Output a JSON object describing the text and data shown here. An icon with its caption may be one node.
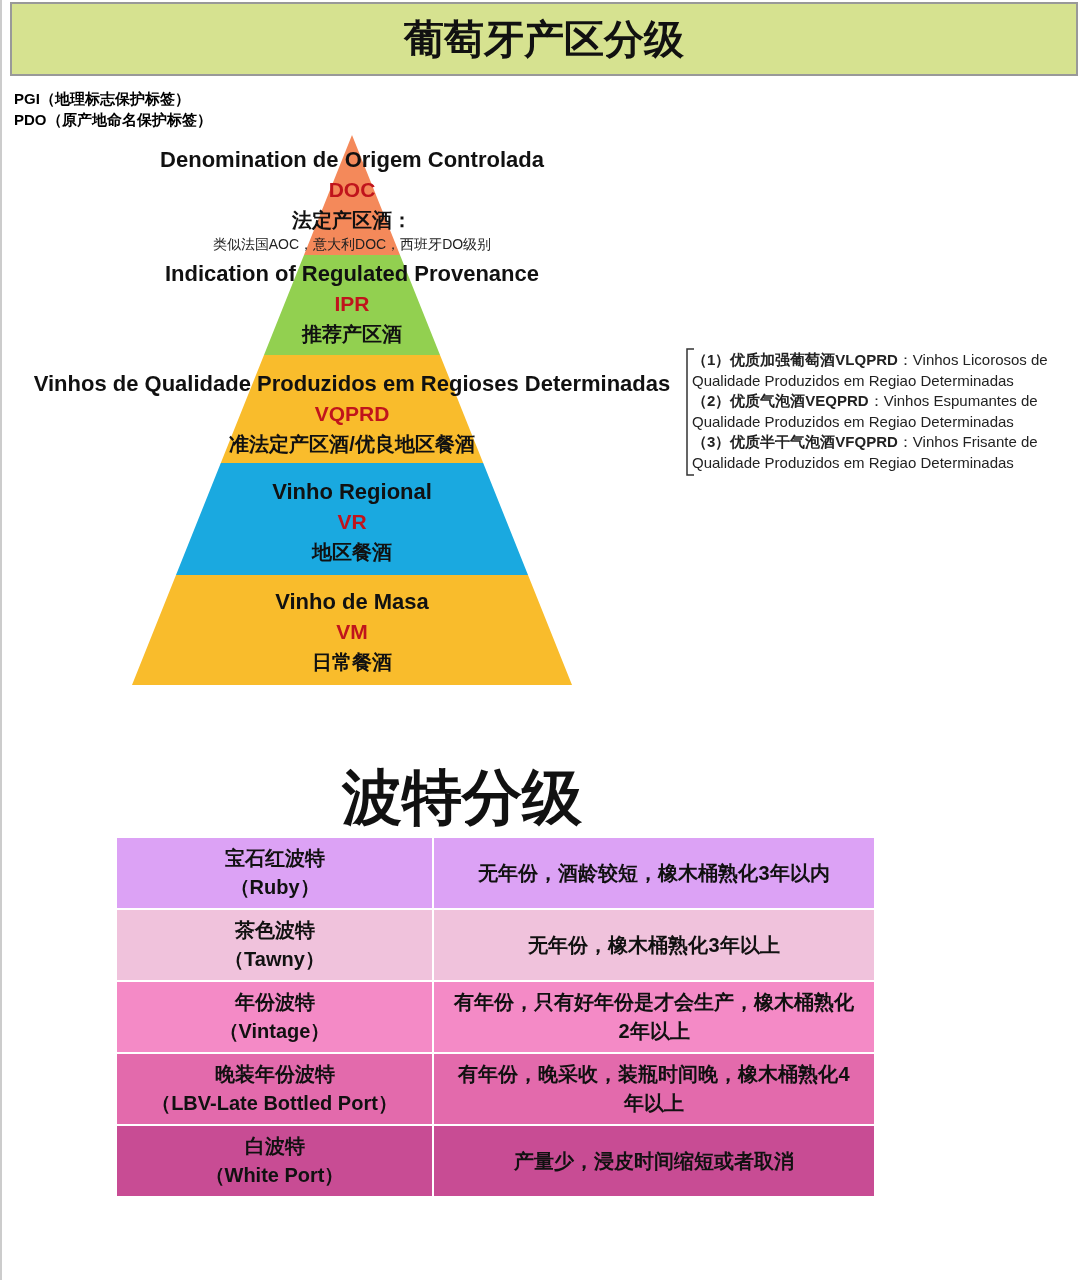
{
  "diagram": {
    "title": "葡萄牙产区分级",
    "nodes": [
      {
        "text": [
          "Denomination de Origem Controlada",
          "DOC",
          "法定产区酒：",
          "类似法国AOC，意大利DOC，西班牙DO级别"
        ]
      },
      {
        "text": [
          "Indication of Regulated Provenance",
          "IPR",
          "推荐产区酒"
        ]
      },
      {
        "text": [
          "Vinhos de Qualidade Produzidos em Regioses Determinadas",
          "VQPRD",
          "准法定产区酒/优良地区餐酒"
        ]
      },
      {
        "text": [
          "Vinho Regional",
          "VR",
          "地区餐酒"
        ]
      },
      {
        "text": [
          "Vinho de Masa",
          "VM",
          "日常餐酒"
        ]
      }
    ],
    "labels": [
      "PGI（地理标志保护标签）",
      "PDO（原产地命名保护标签）",
      "**（1）优质加强葡萄酒VLQPRD**：Vinhos Licorosos de Qualidade Produzidos em Regiao Determinadas",
      "**（2）优质气泡酒VEQPRD**：Vinhos Espumantes de Qualidade Produzidos em Regiao Determinadas",
      "**（3）优质半干气泡酒VFQPRD**：Vinhos Frisante de Qualidade Produzidos em Regiao Determinadas",
      "波特分级",
      "宝石红波特（Ruby）",
      "无年份，酒龄较短，橡木桶熟化3年以内",
      "茶色波特（Tawny）",
      "无年份，橡木桶熟化3年以上",
      "年份波特（Vintage）",
      "有年份，只有好年份是才会生产，橡木桶熟化2年以上",
      "晚装年份波特（LBV-Late Bottled Port）",
      "有年份，晚采收，装瓶时间晚，橡木桶熟化4年以上",
      "白波特（White Port）",
      "产量少，浸皮时间缩短或者取消"
    ]
  }
}
